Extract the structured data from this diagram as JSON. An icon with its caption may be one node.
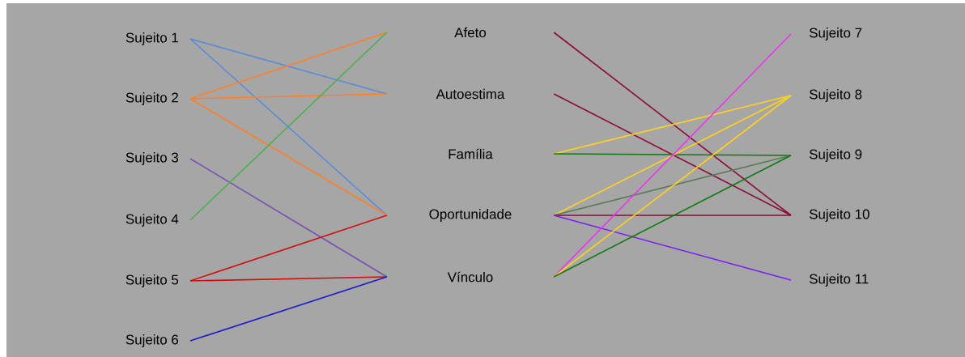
{
  "diagram": {
    "nodes": [
      {
        "text": [
          "Sujeito 1"
        ]
      },
      {
        "text": [
          "Sujeito 2"
        ]
      },
      {
        "text": [
          "Sujeito 3"
        ]
      },
      {
        "text": [
          "Sujeito 4"
        ]
      },
      {
        "text": [
          "Sujeito 5"
        ]
      },
      {
        "text": [
          "Sujeito 6"
        ]
      },
      {
        "text": [
          "Afeto"
        ]
      },
      {
        "text": [
          "Autoestima"
        ]
      },
      {
        "text": [
          "Família"
        ]
      },
      {
        "text": [
          "Oportunidade"
        ]
      },
      {
        "text": [
          "Vínculo"
        ]
      },
      {
        "text": [
          "Sujeito 7"
        ]
      },
      {
        "text": [
          "Sujeito 8"
        ]
      },
      {
        "text": [
          "Sujeito 9"
        ]
      },
      {
        "text": [
          "Sujeito 10"
        ]
      },
      {
        "text": [
          "Sujeito 11"
        ]
      }
    ],
    "edges": [
      {
        "from": 0,
        "to": 7,
        "arrow": "none",
        "color": "#5b8bd6"
      },
      {
        "from": 0,
        "to": 9,
        "arrow": "none",
        "color": "#5b8bd6"
      },
      {
        "from": 1,
        "to": 6,
        "arrow": "none",
        "color": "#ff7f27"
      },
      {
        "from": 1,
        "to": 7,
        "arrow": "none",
        "color": "#ff7f27"
      },
      {
        "from": 1,
        "to": 9,
        "arrow": "none",
        "color": "#ff7f27"
      },
      {
        "from": 2,
        "to": 10,
        "arrow": "none",
        "color": "#7b4fb0"
      },
      {
        "from": 3,
        "to": 6,
        "arrow": "none",
        "color": "#4caf50"
      },
      {
        "from": 4,
        "to": 9,
        "arrow": "none",
        "color": "#cc1111"
      },
      {
        "from": 4,
        "to": 10,
        "arrow": "none",
        "color": "#cc1111"
      },
      {
        "from": 5,
        "to": 10,
        "arrow": "none",
        "color": "#1a1acc"
      },
      {
        "from": 6,
        "to": 14,
        "arrow": "none",
        "color": "#8b0a3a"
      },
      {
        "from": 7,
        "to": 14,
        "arrow": "none",
        "color": "#8b0a3a"
      },
      {
        "from": 8,
        "to": 12,
        "arrow": "none",
        "color": "#ffd21f"
      },
      {
        "from": 8,
        "to": 13,
        "arrow": "none",
        "color": "#0f7a0f"
      },
      {
        "from": 9,
        "to": 12,
        "arrow": "none",
        "color": "#ffd21f"
      },
      {
        "from": 9,
        "to": 13,
        "arrow": "none",
        "color": "#5a7a5a"
      },
      {
        "from": 9,
        "to": 14,
        "arrow": "none",
        "color": "#8b0a3a"
      },
      {
        "from": 9,
        "to": 15,
        "arrow": "none",
        "color": "#7a1ff0"
      },
      {
        "from": 10,
        "to": 11,
        "arrow": "none",
        "color": "#ee33ee"
      },
      {
        "from": 10,
        "to": 12,
        "arrow": "none",
        "color": "#ffd21f"
      },
      {
        "from": 10,
        "to": 13,
        "arrow": "none",
        "color": "#0f7a0f"
      }
    ]
  }
}
